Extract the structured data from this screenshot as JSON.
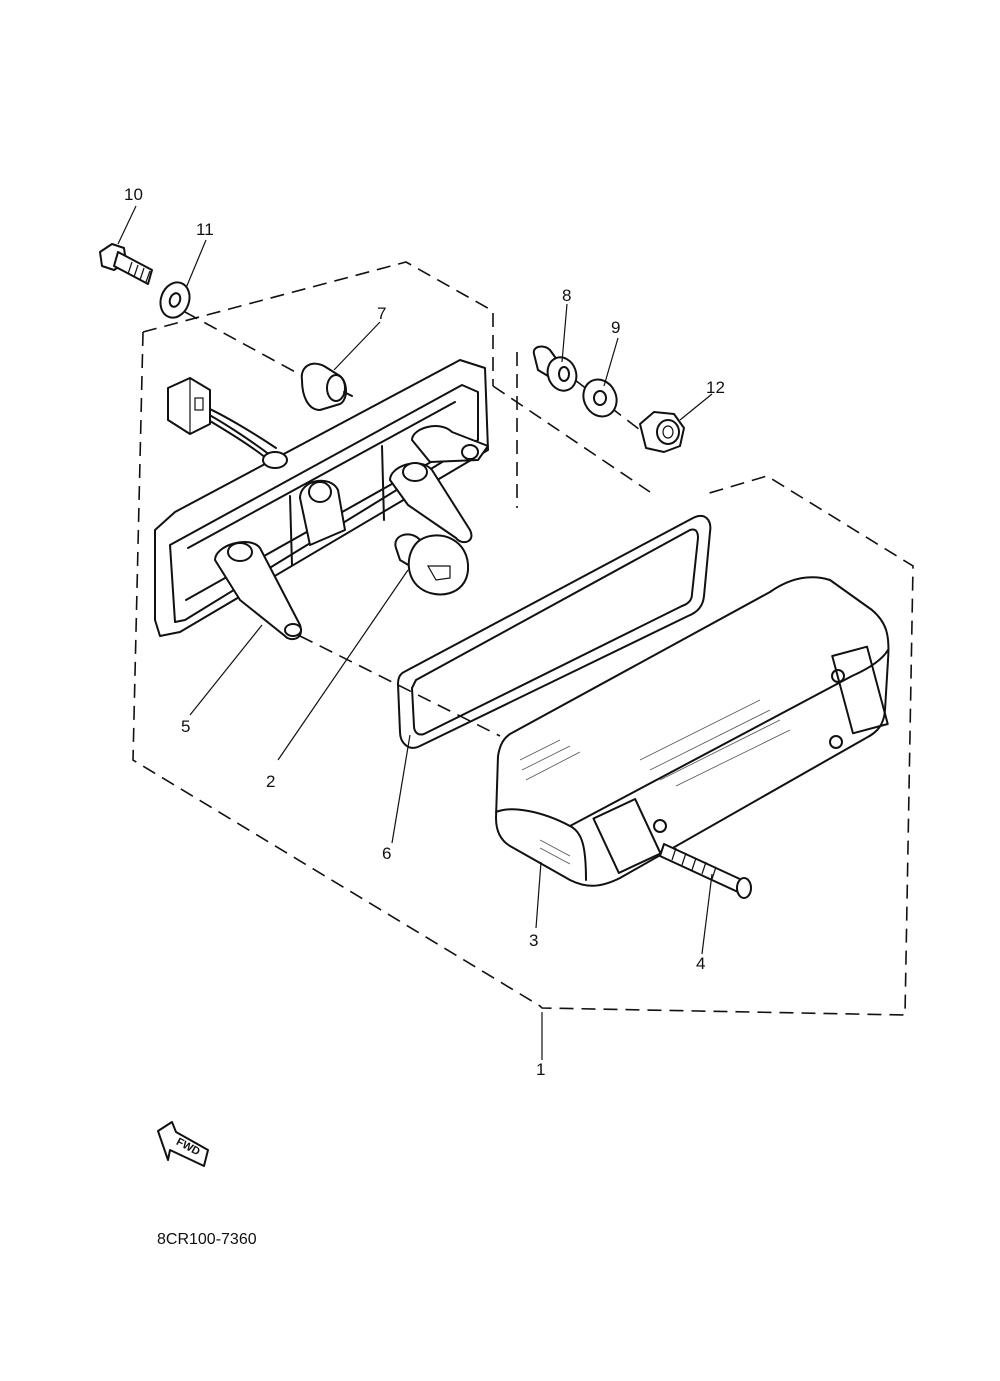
{
  "callouts": {
    "c1": "1",
    "c2": "2",
    "c3": "3",
    "c4": "4",
    "c5": "5",
    "c6": "6",
    "c7": "7",
    "c8": "8",
    "c9": "9",
    "c10": "10",
    "c11": "11",
    "c12": "12"
  },
  "fwd_label": "FWD",
  "diagram_code": "8CR100-7360"
}
